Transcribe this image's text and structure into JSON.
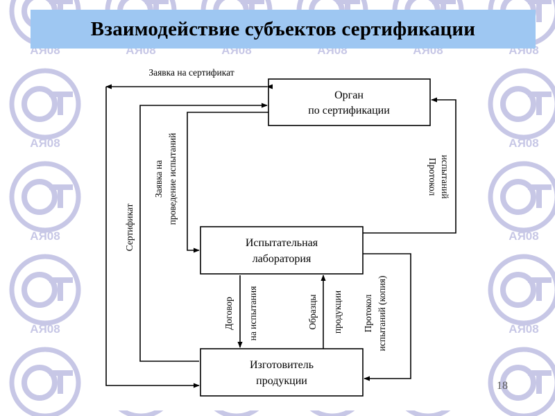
{
  "title": "Взаимодействие субъектов сертификации",
  "page_number": "18",
  "background_mark": {
    "text": "АЯ08",
    "icon": "rst-certification-mark-icon",
    "color": "#c7c7e6"
  },
  "nodes": {
    "certification_body": {
      "line1": "Орган",
      "line2": "по сертификации"
    },
    "test_lab": {
      "line1": "Испытательная",
      "line2": "лаборатория"
    },
    "manufacturer": {
      "line1": "Изготовитель",
      "line2": "продукции"
    }
  },
  "edges": {
    "certificate_request": "Заявка на сертификат",
    "certificate": "Сертификат",
    "test_request": {
      "line1": "Заявка на",
      "line2": "проведение испытаний"
    },
    "test_protocol": {
      "line1": "Протокол",
      "line2": "испытаний"
    },
    "test_contract": {
      "line1": "Договор",
      "line2": "на испытания"
    },
    "product_samples": {
      "line1": "Образцы",
      "line2": "продукции"
    },
    "protocol_copy": {
      "line1": "Протокол",
      "line2": "испытаний (копия)"
    }
  },
  "colors": {
    "title_bar": "#9ec7f2",
    "pattern": "#c7c7e6"
  }
}
